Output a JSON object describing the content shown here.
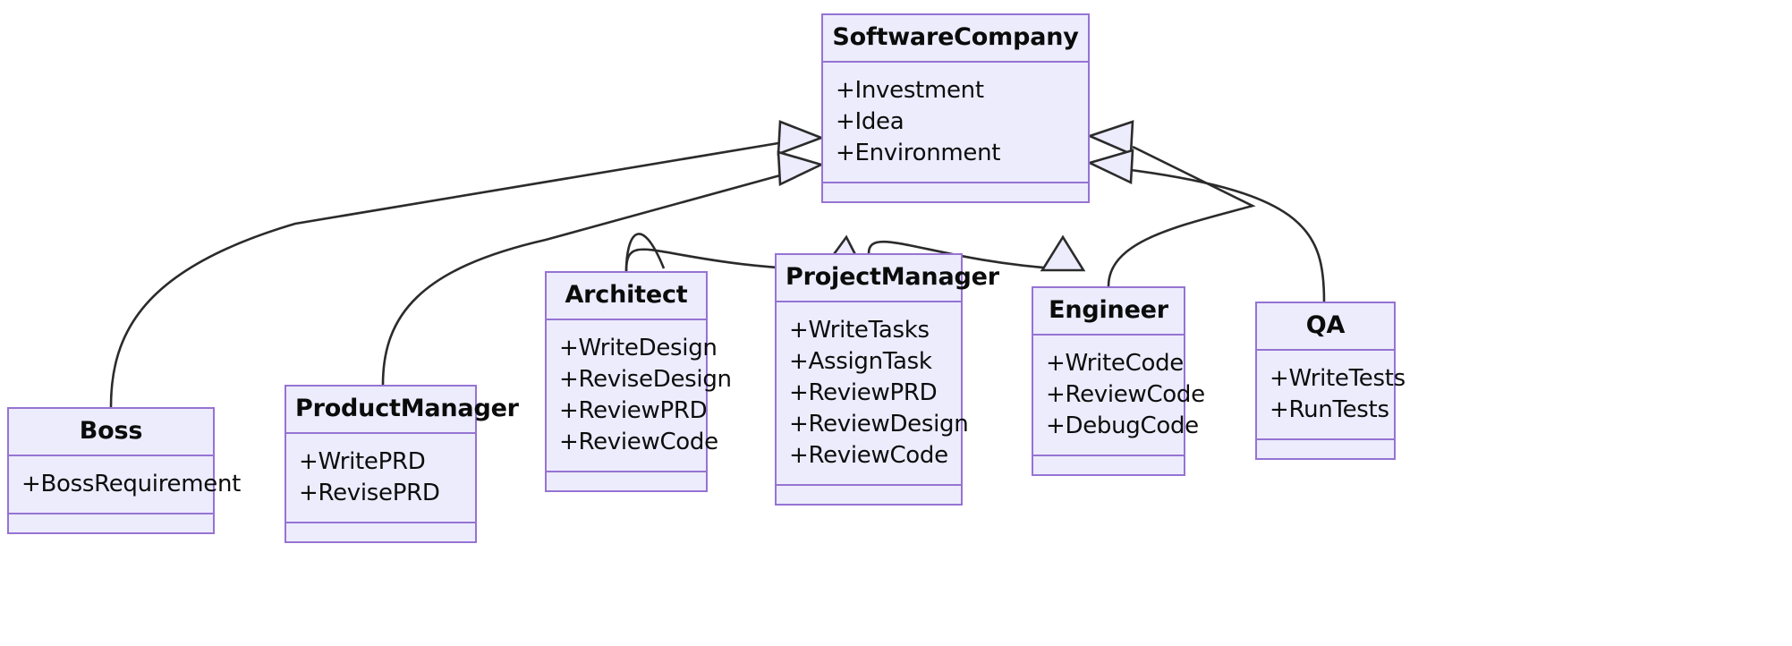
{
  "diagram": {
    "type": "uml-class-diagram",
    "title": "SoftwareCompany class hierarchy",
    "colors": {
      "node_fill": "#ececfd",
      "node_border": "#9673d3",
      "edge_stroke": "#2b2b2b",
      "arrowhead_fill": "#ececfd",
      "background": "#ffffff",
      "text": "#0b0b0b"
    },
    "relationship_type": "generalization",
    "base_class": "SoftwareCompany",
    "classes": [
      {
        "id": "softwarecompany",
        "name": "SoftwareCompany",
        "attributes": [
          "+Investment",
          "+Idea",
          "+Environment"
        ],
        "methods": []
      },
      {
        "id": "boss",
        "name": "Boss",
        "attributes": [
          "+BossRequirement"
        ],
        "methods": []
      },
      {
        "id": "productmanager",
        "name": "ProductManager",
        "attributes": [
          "+WritePRD",
          "+RevisePRD"
        ],
        "methods": []
      },
      {
        "id": "architect",
        "name": "Architect",
        "attributes": [
          "+WriteDesign",
          "+ReviseDesign",
          "+ReviewPRD",
          "+ReviewCode"
        ],
        "methods": []
      },
      {
        "id": "projectmanager",
        "name": "ProjectManager",
        "attributes": [
          "+WriteTasks",
          "+AssignTask",
          "+ReviewPRD",
          "+ReviewDesign",
          "+ReviewCode"
        ],
        "methods": []
      },
      {
        "id": "engineer",
        "name": "Engineer",
        "attributes": [
          "+WriteCode",
          "+ReviewCode",
          "+DebugCode"
        ],
        "methods": []
      },
      {
        "id": "qa",
        "name": "QA",
        "attributes": [
          "+WriteTests",
          "+RunTests"
        ],
        "methods": []
      }
    ],
    "edges": [
      {
        "from": "Boss",
        "to": "SoftwareCompany",
        "kind": "inheritance"
      },
      {
        "from": "ProductManager",
        "to": "SoftwareCompany",
        "kind": "inheritance"
      },
      {
        "from": "Architect",
        "to": "SoftwareCompany",
        "kind": "inheritance"
      },
      {
        "from": "ProjectManager",
        "to": "SoftwareCompany",
        "kind": "inheritance"
      },
      {
        "from": "Engineer",
        "to": "SoftwareCompany",
        "kind": "inheritance"
      },
      {
        "from": "QA",
        "to": "SoftwareCompany",
        "kind": "inheritance"
      }
    ]
  }
}
